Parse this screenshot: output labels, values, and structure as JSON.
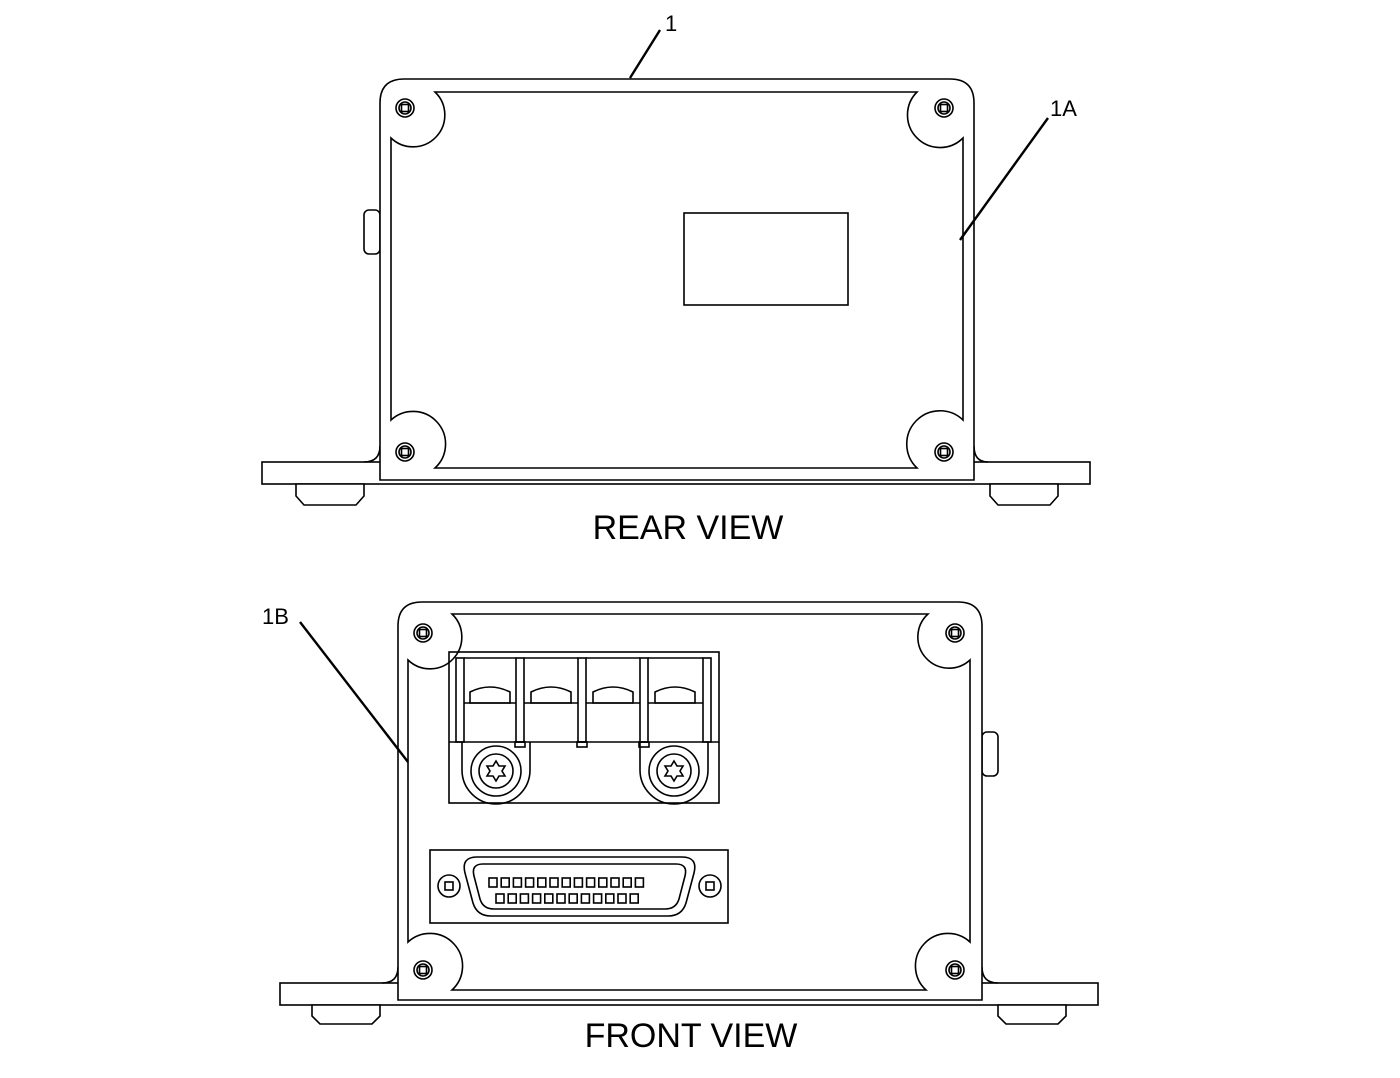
{
  "diagram": {
    "callouts": {
      "item_1": "1",
      "item_1a": "1A",
      "item_1b": "1B"
    },
    "views": {
      "rear": "REAR VIEW",
      "front": "FRONT VIEW"
    },
    "line_color": "#000000",
    "background": "#ffffff"
  }
}
